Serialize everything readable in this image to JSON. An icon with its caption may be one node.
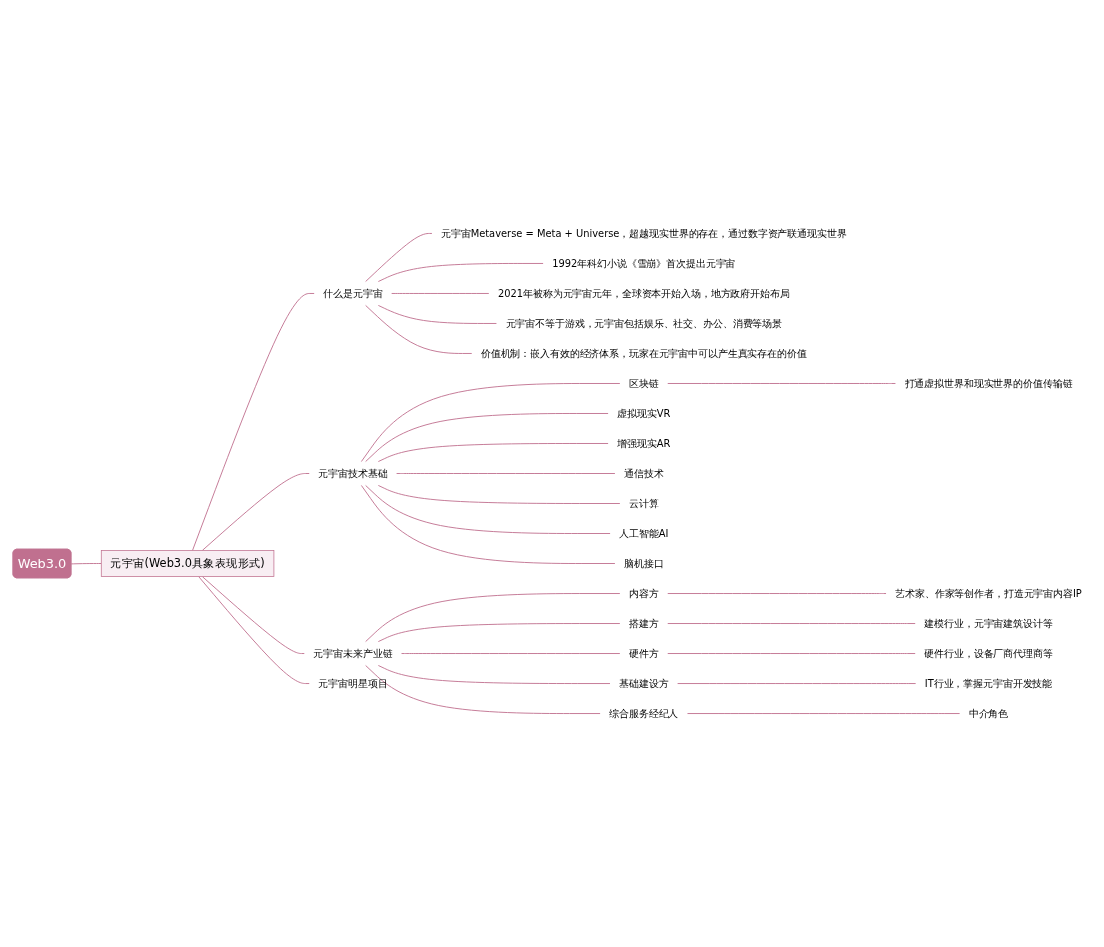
{
  "diagram": {
    "nodes": [
      {
        "text": [
          "Web3.0"
        ]
      },
      {
        "text": [
          "元宇宙(Web3.0具象表现形式)"
        ]
      },
      {
        "text": [
          "什么是元宇宙"
        ]
      },
      {
        "text": [
          "元宇宙Metaverse = Meta + Universe，超越现实世界的存在，通过数字资产联通现实世界"
        ]
      },
      {
        "text": [
          "1992年科幻小说《雪崩》首次提出元宇宙"
        ]
      },
      {
        "text": [
          "2021年被称为元宇宙元年，全球资本开始入场，地方政府开始布局"
        ]
      },
      {
        "text": [
          "元宇宙不等于游戏，元宇宙包括娱乐、社交、办公、消费等场景"
        ]
      },
      {
        "text": [
          "价值机制：嵌入有效的经济体系，玩家在元宇宙中可以产生真实存在的价值"
        ]
      },
      {
        "text": [
          "元宇宙技术基础"
        ]
      },
      {
        "text": [
          "区块链"
        ]
      },
      {
        "text": [
          "打通虚拟世界和现实世界的价值传输链"
        ]
      },
      {
        "text": [
          "虚拟现实VR"
        ]
      },
      {
        "text": [
          "增强现实AR"
        ]
      },
      {
        "text": [
          "通信技术"
        ]
      },
      {
        "text": [
          "云计算"
        ]
      },
      {
        "text": [
          "人工智能AI"
        ]
      },
      {
        "text": [
          "脑机接口"
        ]
      },
      {
        "text": [
          "元宇宙未来产业链"
        ]
      },
      {
        "text": [
          "内容方"
        ]
      },
      {
        "text": [
          "艺术家、作家等创作者，打造元宇宙内容IP"
        ]
      },
      {
        "text": [
          "搭建方"
        ]
      },
      {
        "text": [
          "建模行业，元宇宙建筑设计等"
        ]
      },
      {
        "text": [
          "硬件方"
        ]
      },
      {
        "text": [
          "硬件行业，设备厂商代理商等"
        ]
      },
      {
        "text": [
          "基础建设方"
        ]
      },
      {
        "text": [
          "IT行业，掌握元宇宙开发技能"
        ]
      },
      {
        "text": [
          "综合服务经纪人"
        ]
      },
      {
        "text": [
          "中介角色"
        ]
      },
      {
        "text": [
          "元宇宙明星项目"
        ]
      }
    ],
    "edges": [
      {
        "from": 0,
        "to": 1,
        "arrow": "none"
      },
      {
        "from": 1,
        "to": 2,
        "arrow": "none"
      },
      {
        "from": 2,
        "to": 3,
        "arrow": "none"
      },
      {
        "from": 2,
        "to": 4,
        "arrow": "none"
      },
      {
        "from": 2,
        "to": 5,
        "arrow": "none"
      },
      {
        "from": 2,
        "to": 6,
        "arrow": "none"
      },
      {
        "from": 2,
        "to": 7,
        "arrow": "none"
      },
      {
        "from": 1,
        "to": 8,
        "arrow": "none"
      },
      {
        "from": 8,
        "to": 9,
        "arrow": "none"
      },
      {
        "from": 9,
        "to": 10,
        "arrow": "none"
      },
      {
        "from": 8,
        "to": 11,
        "arrow": "none"
      },
      {
        "from": 8,
        "to": 12,
        "arrow": "none"
      },
      {
        "from": 8,
        "to": 13,
        "arrow": "none"
      },
      {
        "from": 8,
        "to": 14,
        "arrow": "none"
      },
      {
        "from": 8,
        "to": 15,
        "arrow": "none"
      },
      {
        "from": 8,
        "to": 16,
        "arrow": "none"
      },
      {
        "from": 1,
        "to": 17,
        "arrow": "none"
      },
      {
        "from": 17,
        "to": 18,
        "arrow": "none"
      },
      {
        "from": 18,
        "to": 19,
        "arrow": "none"
      },
      {
        "from": 17,
        "to": 20,
        "arrow": "none"
      },
      {
        "from": 20,
        "to": 21,
        "arrow": "none"
      },
      {
        "from": 17,
        "to": 22,
        "arrow": "none"
      },
      {
        "from": 22,
        "to": 23,
        "arrow": "none"
      },
      {
        "from": 17,
        "to": 24,
        "arrow": "none"
      },
      {
        "from": 24,
        "to": 25,
        "arrow": "none"
      },
      {
        "from": 17,
        "to": 26,
        "arrow": "none"
      },
      {
        "from": 26,
        "to": 27,
        "arrow": "none"
      },
      {
        "from": 1,
        "to": 28,
        "arrow": "none"
      }
    ]
  }
}
